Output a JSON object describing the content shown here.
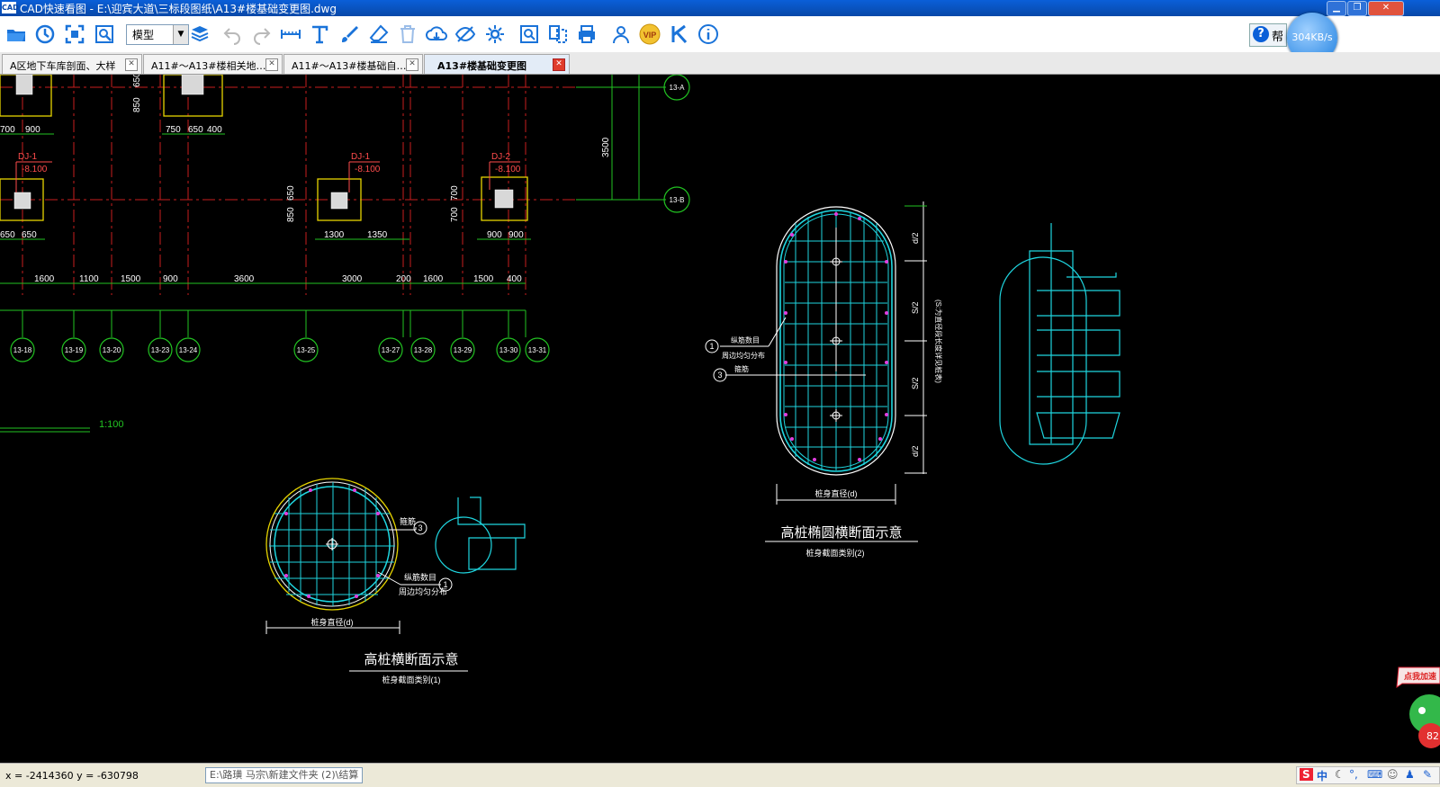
{
  "window": {
    "icon_text": "CAD",
    "title": "CAD快速看图 - E:\\迎宾大道\\三标段图纸\\A13#楼基础变更图.dwg",
    "controls": [
      "minimize",
      "restore",
      "close"
    ]
  },
  "toolbar": {
    "mode_value": "模型",
    "help_label": "帮",
    "speed": "304KB/s",
    "icons": [
      "open-folder-icon",
      "recent-icon",
      "fit-extents-icon",
      "zoom-window-icon",
      "layers-icon",
      "undo-icon",
      "redo-icon",
      "measure-icon",
      "text-icon",
      "brush-icon",
      "eraser-icon",
      "delete-icon",
      "cloud-download-icon",
      "hide-icon",
      "settings-icon",
      "find-text-icon",
      "compare-icon",
      "print-icon",
      "user-icon",
      "vip-icon",
      "k-logo-icon",
      "info-icon"
    ]
  },
  "tabs": [
    {
      "label": "A区地下车库剖面、大样",
      "active": false
    },
    {
      "label": "A11#～A13#楼相关地…",
      "active": false
    },
    {
      "label": "A11#～A13#楼基础自…",
      "active": false
    },
    {
      "label": "A13#楼基础变更图",
      "active": true
    }
  ],
  "drawing": {
    "dims_top_row": [
      "700",
      "900",
      "750",
      "650",
      "400"
    ],
    "dims_vertical": [
      "650",
      "850",
      "650",
      "850",
      "700",
      "700",
      "3500"
    ],
    "footings": [
      {
        "label": "DJ-1",
        "elev": "-8.100"
      },
      {
        "label": "DJ-1",
        "elev": "-8.100"
      },
      {
        "label": "DJ-2",
        "elev": "-8.100"
      }
    ],
    "dims_mid_row": [
      "650",
      "650",
      "1300",
      "1350",
      "900",
      "900"
    ],
    "dims_spans": [
      "1600",
      "1100",
      "1500",
      "900",
      "3600",
      "3000",
      "200",
      "1600",
      "1500",
      "400"
    ],
    "axis_labels_bottom": [
      "13-18",
      "13-19",
      "13-20",
      "13-23",
      "13-24",
      "13-25",
      "13-27",
      "13-28",
      "13-29",
      "13-30",
      "13-31"
    ],
    "axis_labels_right": [
      "13-A",
      "13-B"
    ],
    "scale_text": "1:100",
    "pile_round": {
      "title": "高桩横断面示意",
      "subtitle": "桩身截面类别(1)",
      "callout1": "1",
      "callout3": "3",
      "note_ring": "箍筋",
      "note_bars1": "纵筋数目",
      "note_bars2": "周边均匀分布",
      "dim_label": "桩身直径(d)"
    },
    "pile_oval": {
      "title": "高桩椭圆横断面示意",
      "subtitle": "桩身截面类别(2)",
      "callout1": "1",
      "callout3": "3",
      "note_bars1": "纵筋数目",
      "note_bars2": "周边均匀分布",
      "note_ring": "箍筋",
      "dim_bottom": "桩身直径(d)",
      "dims_side": [
        "d/2",
        "S/2",
        "S/2",
        "d/2"
      ],
      "side_note": "(S:为直径段长度详见桩表)"
    }
  },
  "statusbar": {
    "coords": "x = -2414360 y = -630798",
    "path": "E:\\路璜 马宗\\新建文件夹 (2)\\结算"
  },
  "ime": {
    "logo": "S",
    "mode": "中"
  },
  "promo": {
    "label": "点我加速",
    "badge": "82"
  }
}
